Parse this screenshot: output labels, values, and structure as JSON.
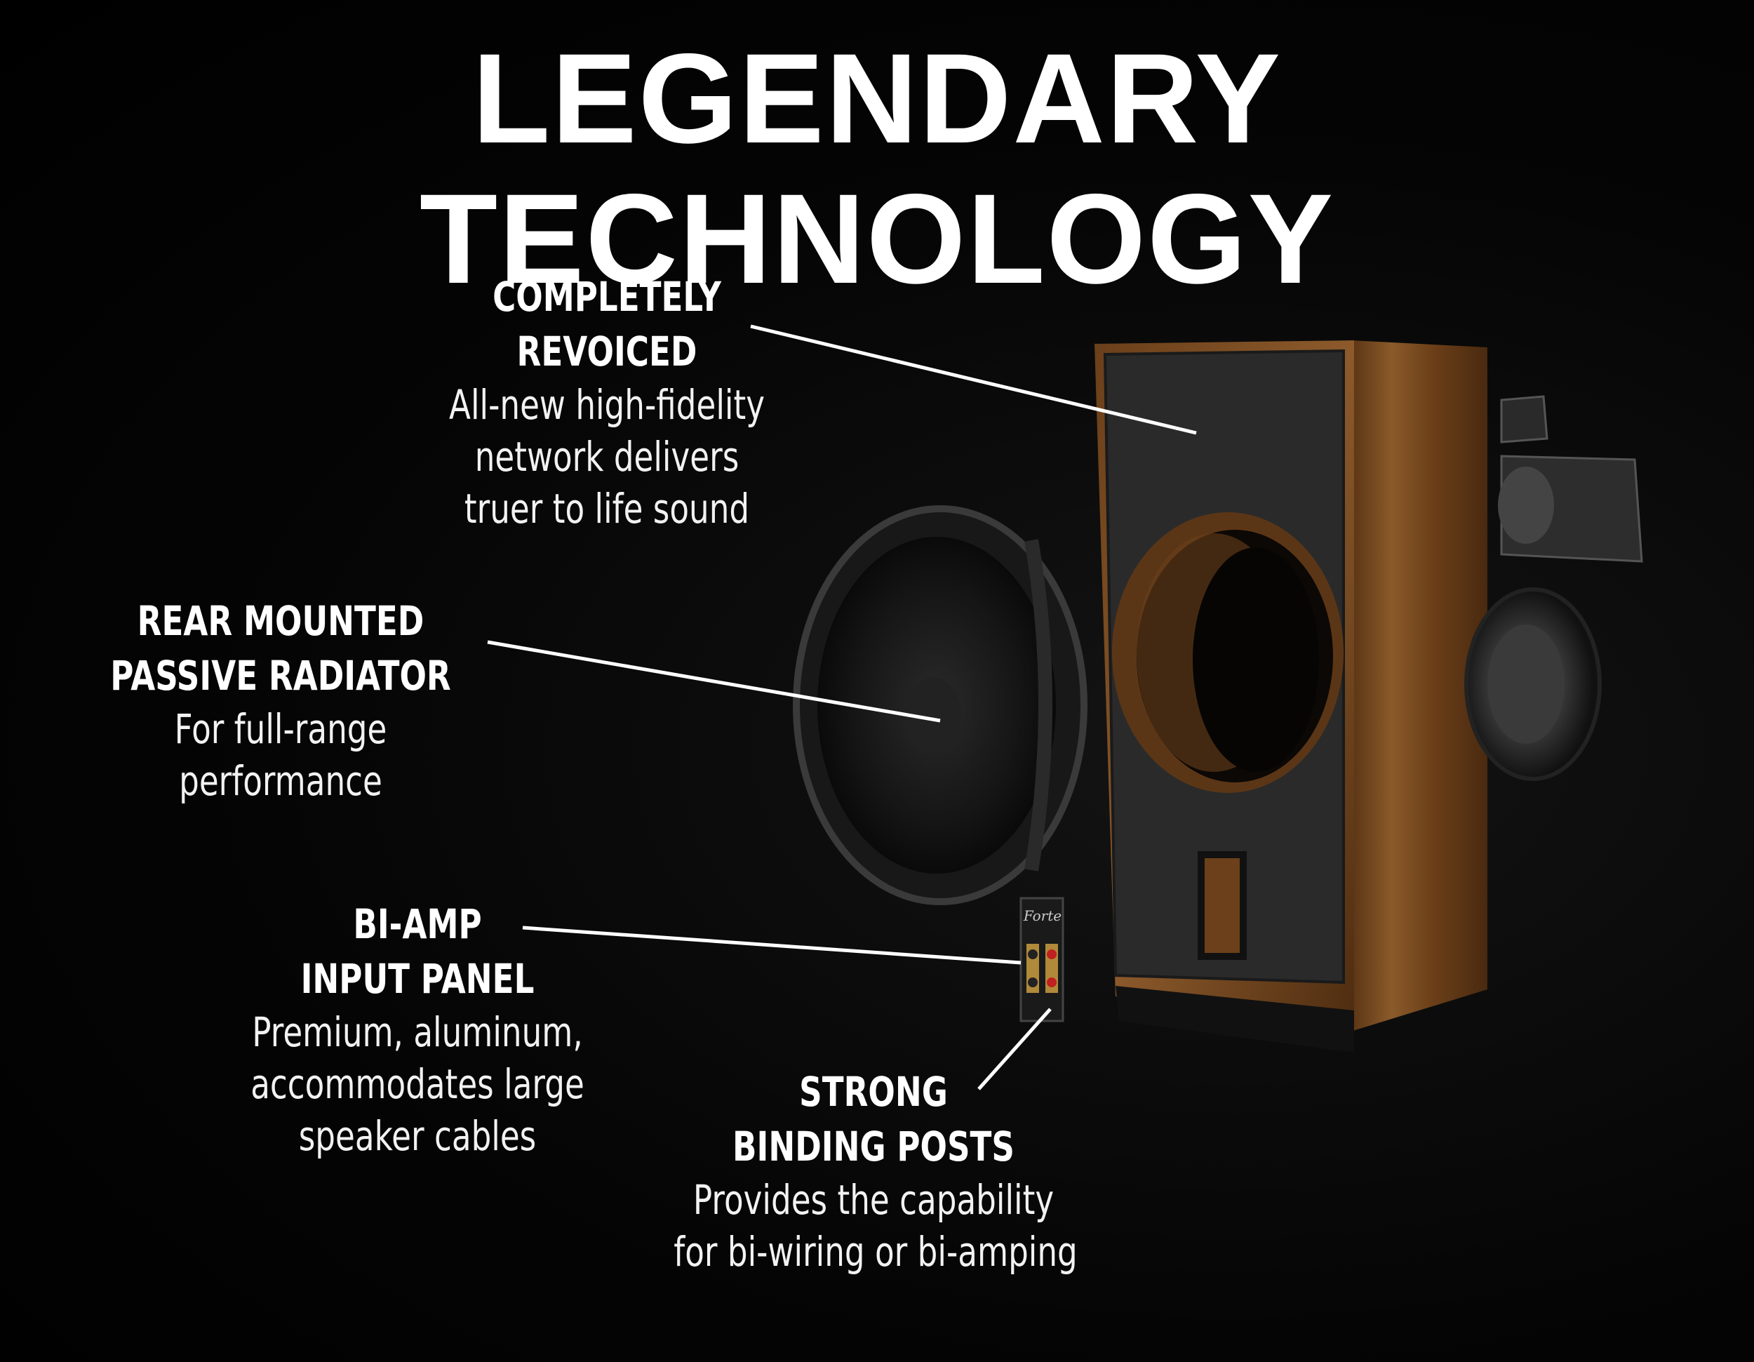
{
  "title": "LEGENDARY TECHNOLOGY",
  "callouts": {
    "revoiced": {
      "heading": [
        "COMPLETELY",
        "REVOICED"
      ],
      "desc": [
        "All-new high-fidelity",
        "network delivers",
        "truer to life sound"
      ]
    },
    "radiator": {
      "heading": [
        "REAR MOUNTED",
        "PASSIVE RADIATOR"
      ],
      "desc": [
        "For full-range",
        "performance"
      ]
    },
    "biamp": {
      "heading": [
        "BI-AMP",
        "INPUT PANEL"
      ],
      "desc": [
        "Premium, aluminum,",
        "accommodates large",
        "speaker cables"
      ]
    },
    "binding": {
      "heading": [
        "STRONG",
        "BINDING POSTS"
      ],
      "desc": [
        "Provides the capability",
        "for bi-wiring or bi-amping"
      ]
    }
  },
  "colors": {
    "background": "#000000",
    "text": "#ffffff",
    "wood": "#7a4a22",
    "grille": "#2b2b2b"
  }
}
